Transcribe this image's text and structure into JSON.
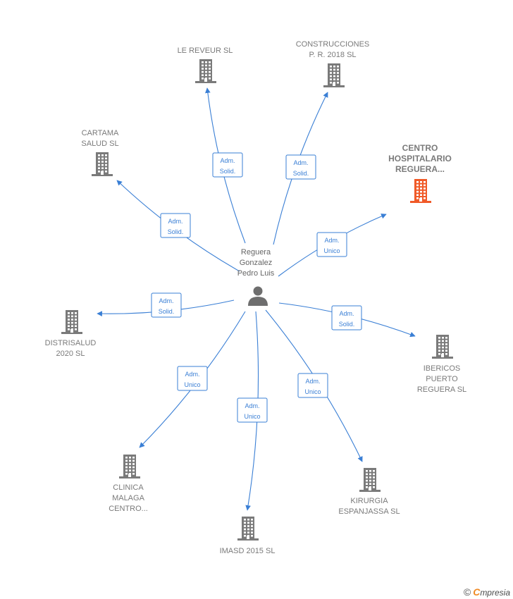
{
  "center": {
    "name_lines": [
      "Reguera",
      "Gonzalez",
      "Pedro Luis"
    ],
    "icon": "person-icon"
  },
  "companies": [
    {
      "id": "le-reveur",
      "lines": [
        "LE REVEUR  SL"
      ],
      "icon": "building-icon",
      "color": "#7a7a7a",
      "relation": [
        "Adm.",
        "Solid."
      ]
    },
    {
      "id": "construcciones",
      "lines": [
        "CONSTRUCCIONES",
        "P. R. 2018  SL"
      ],
      "icon": "building-icon",
      "color": "#7a7a7a",
      "relation": [
        "Adm.",
        "Solid."
      ]
    },
    {
      "id": "cartama",
      "lines": [
        "CARTAMA",
        "SALUD  SL"
      ],
      "icon": "building-icon",
      "color": "#7a7a7a",
      "relation": [
        "Adm.",
        "Solid."
      ]
    },
    {
      "id": "centro",
      "lines": [
        "CENTRO",
        "HOSPITALARIO",
        "REGUERA..."
      ],
      "icon": "building-icon",
      "color": "#f05a28",
      "highlight": true,
      "relation": [
        "Adm.",
        "Unico"
      ]
    },
    {
      "id": "distrisalud",
      "lines": [
        "DISTRISALUD",
        "2020  SL"
      ],
      "icon": "building-icon",
      "color": "#7a7a7a",
      "relation": [
        "Adm.",
        "Solid."
      ]
    },
    {
      "id": "ibericos",
      "lines": [
        "IBERICOS",
        "PUERTO",
        "REGUERA  SL"
      ],
      "icon": "building-icon",
      "color": "#7a7a7a",
      "relation": [
        "Adm.",
        "Solid."
      ]
    },
    {
      "id": "clinica",
      "lines": [
        "CLINICA",
        "MALAGA",
        "CENTRO..."
      ],
      "icon": "building-icon",
      "color": "#7a7a7a",
      "relation": [
        "Adm.",
        "Unico"
      ]
    },
    {
      "id": "imasd",
      "lines": [
        "IMASD 2015  SL"
      ],
      "icon": "building-icon",
      "color": "#7a7a7a",
      "relation": [
        "Adm.",
        "Unico"
      ]
    },
    {
      "id": "kirurgia",
      "lines": [
        "KIRURGIA",
        "ESPANJASSA SL"
      ],
      "icon": "building-icon",
      "color": "#7a7a7a",
      "relation": [
        "Adm.",
        "Unico"
      ]
    }
  ],
  "colors": {
    "edge": "#3a7fd5",
    "building": "#7a7a7a",
    "highlight": "#f05a28",
    "person": "#6e6e6e"
  },
  "footer": {
    "copyright": "©",
    "brand_first": "C",
    "brand_rest": "mpresia"
  }
}
